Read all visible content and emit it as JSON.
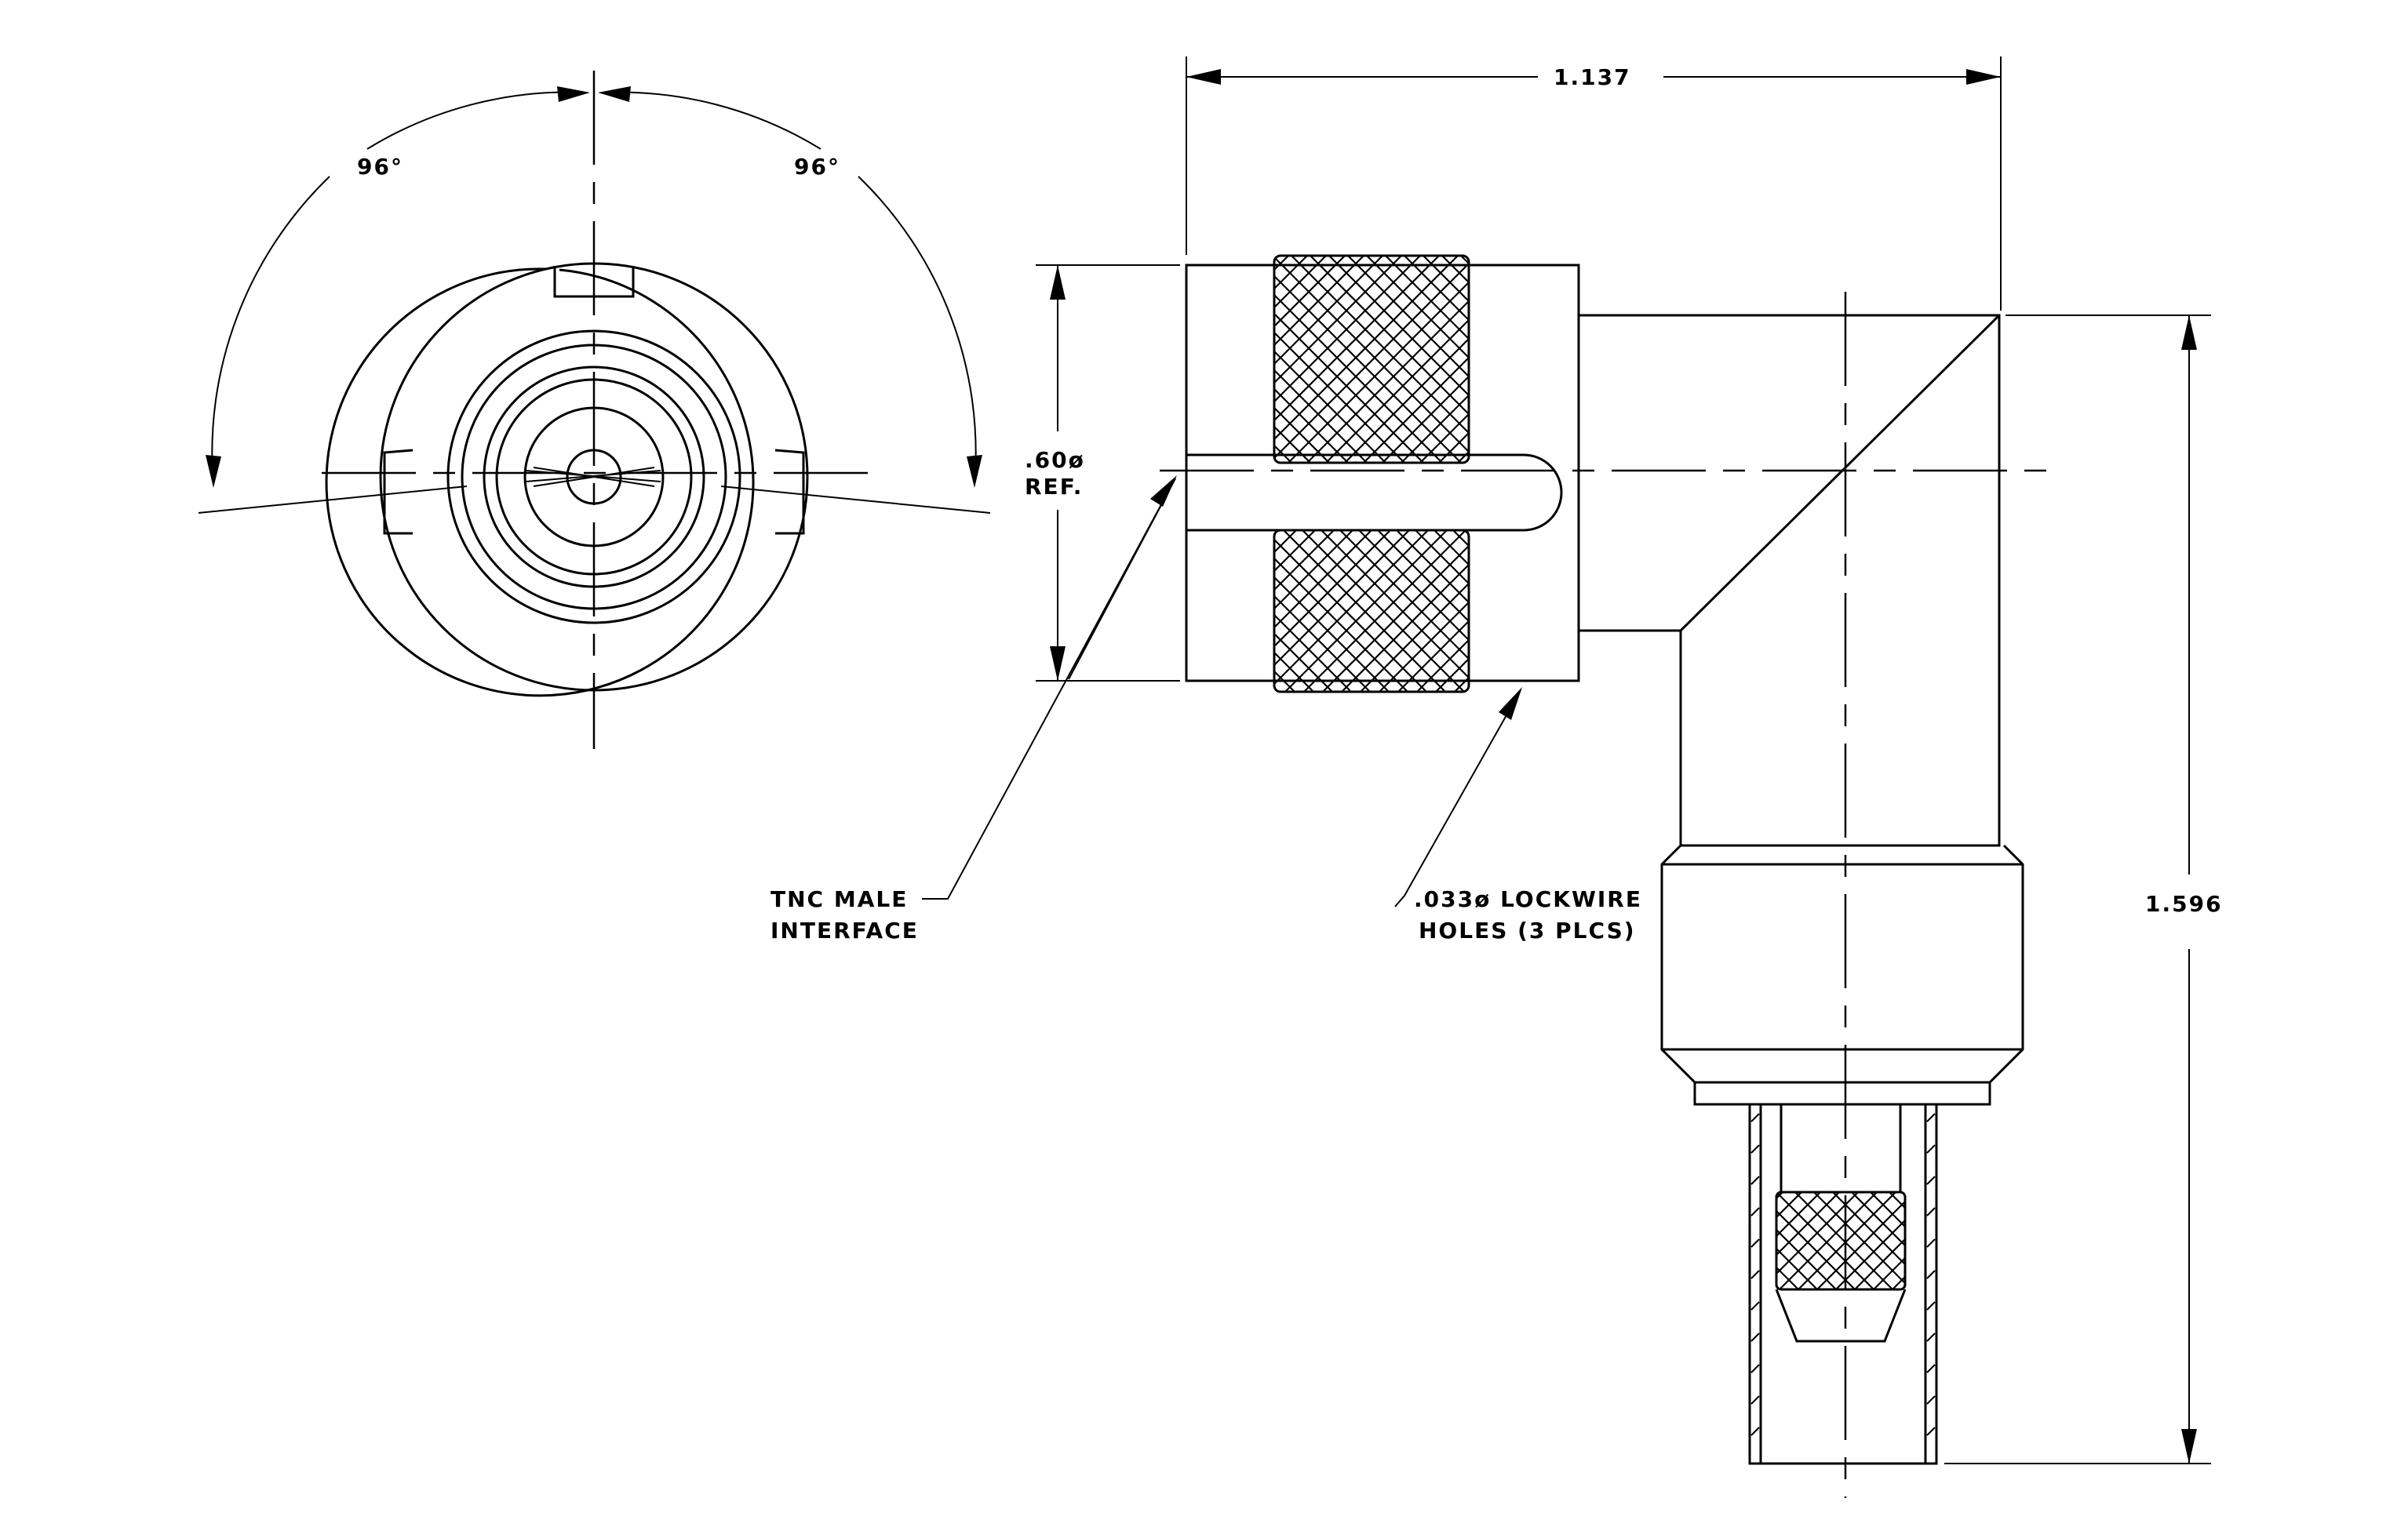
{
  "labels": {
    "angle_left": "96°",
    "angle_right": "96°",
    "dim_width": "1.137",
    "dim_height": "1.596",
    "dim_diameter_line1": ".60ø",
    "dim_diameter_line2": "REF.",
    "interface_line1": "TNC MALE",
    "interface_line2": "INTERFACE",
    "lockwire_line1": ".033ø LOCKWIRE",
    "lockwire_line2": "HOLES (3 PLCS)"
  }
}
